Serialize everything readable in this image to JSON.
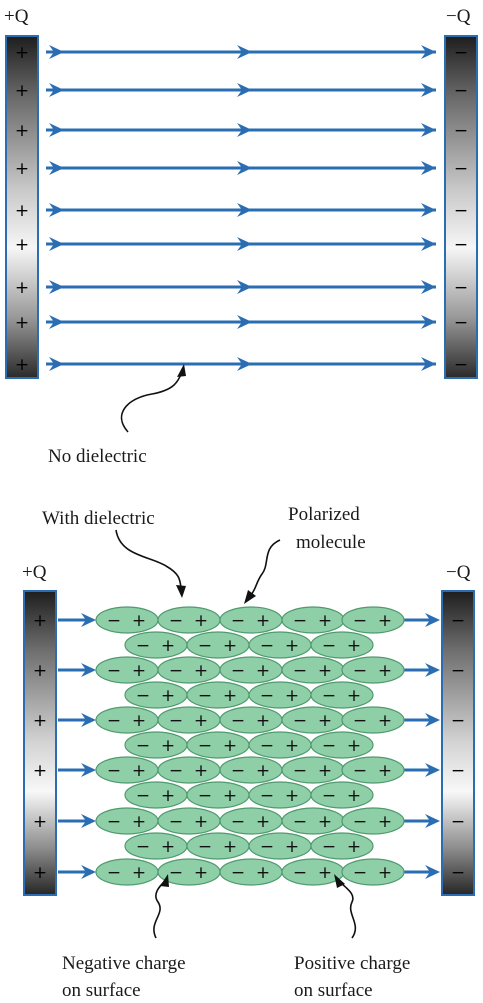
{
  "top": {
    "left_plate_label": "+Q",
    "right_plate_label": "−Q",
    "caption": "No dielectric"
  },
  "bottom": {
    "left_plate_label": "+Q",
    "right_plate_label": "−Q",
    "label_with_dielectric": "With dielectric",
    "label_polarized_line1": "Polarized",
    "label_polarized_line2": "molecule",
    "label_negative_line1": "Negative charge",
    "label_negative_line2": "on surface",
    "label_positive_line1": "Positive charge",
    "label_positive_line2": "on surface"
  },
  "symbols": {
    "plus": "+",
    "minus": "−"
  },
  "colors": {
    "field_line": "#2a6db3",
    "molecule_fill": "#8fcfa8",
    "molecule_stroke": "#4f9a6e",
    "plate_border": "#2a6db3"
  }
}
